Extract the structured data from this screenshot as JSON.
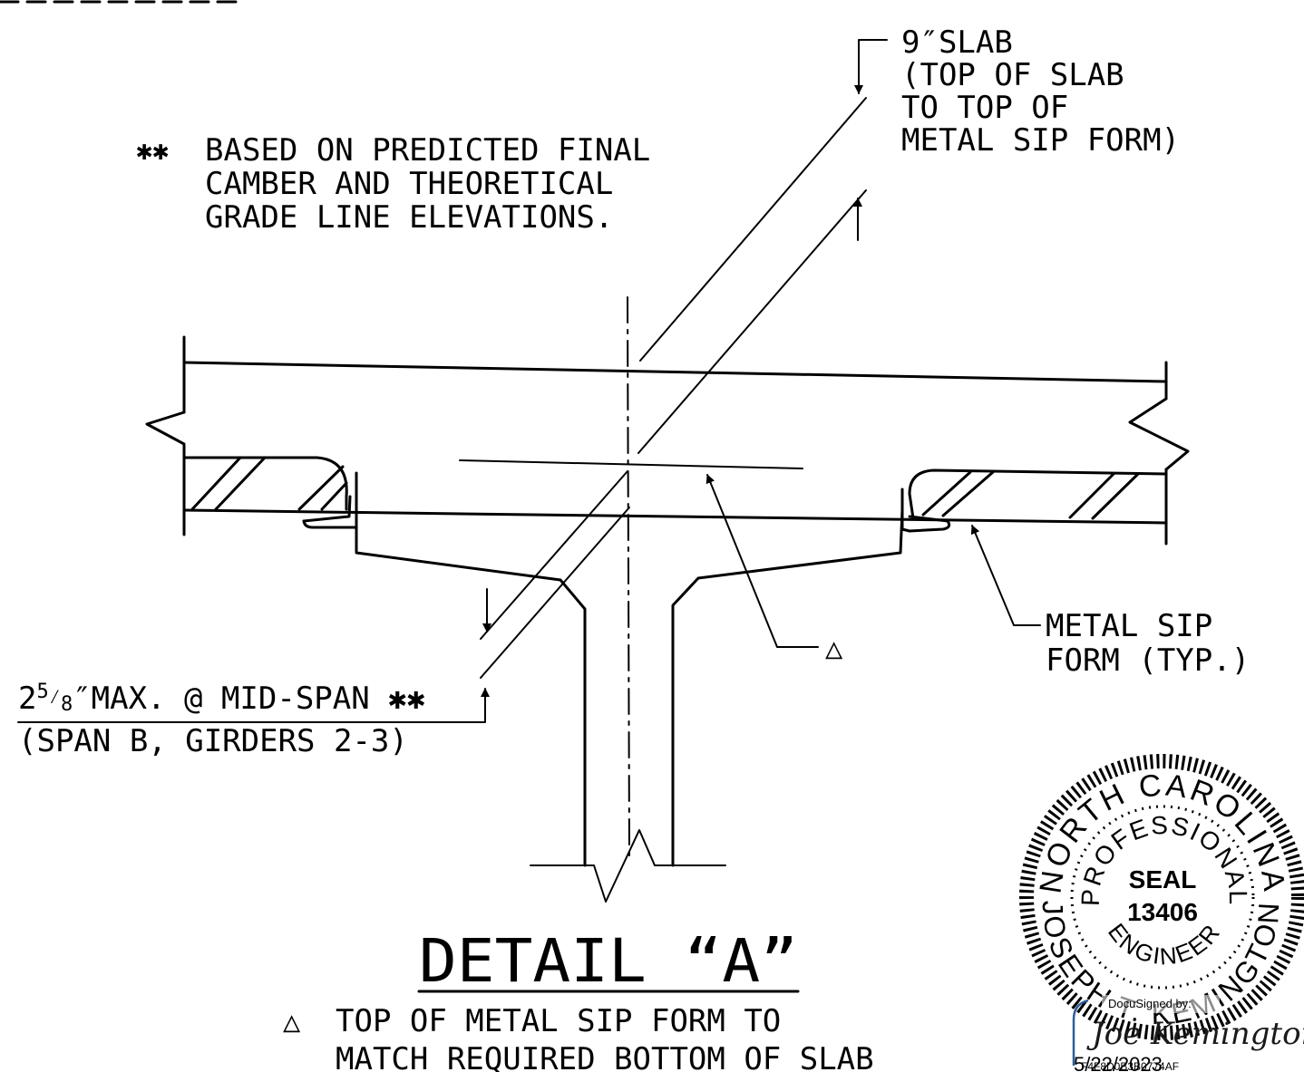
{
  "notes": {
    "star_marker": "✱✱",
    "camber_note": [
      "BASED ON PREDICTED FINAL",
      "CAMBER AND THEORETICAL",
      "GRADE LINE ELEVATIONS."
    ],
    "slab_note": [
      "9″SLAB",
      "(TOP OF SLAB",
      "TO TOP OF",
      "METAL SIP FORM)"
    ],
    "sip_form_label": [
      "METAL SIP",
      "FORM (TYP.)"
    ],
    "triangle_callout": "△",
    "max_dim": {
      "whole": "2",
      "numerator": "5",
      "denominator": "8",
      "rest": "″MAX. @ MID-SPAN ✱✱"
    },
    "span_note": "(SPAN B, GIRDERS 2-3)"
  },
  "title": {
    "main": "DETAIL “A”",
    "note_marker": "△",
    "note_lines": [
      "TOP OF METAL SIP FORM TO",
      "MATCH REQUIRED BOTTOM OF SLAB"
    ]
  },
  "seal": {
    "state": "NORTH CAROLINA",
    "profession": "PROFESSIONAL",
    "seal_word": "SEAL",
    "number": "13406",
    "engineer": "ENGINEER",
    "name": "JOSEPH T. KEMINGTON"
  },
  "signature": {
    "docusign_label": "DocuSigned by:",
    "signature_text": "Joe Kemington",
    "hash": "F4F8D0B3B0774AF",
    "date": "5/22/2023"
  }
}
